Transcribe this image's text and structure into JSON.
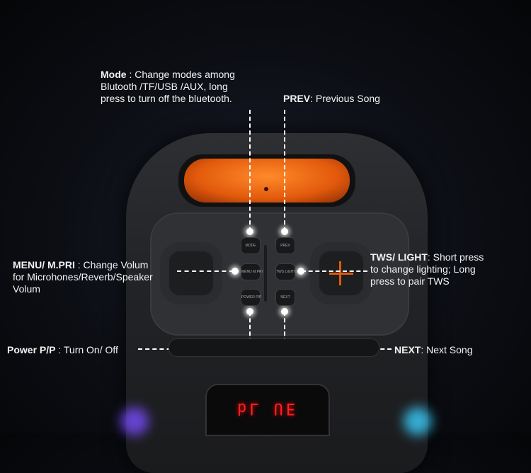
{
  "annotations": {
    "mode": {
      "label": "Mode",
      "text": " : Change modes among",
      "line2": "Blutooth /TF/USB /AUX, long",
      "line3": "press to turn off the bluetooth."
    },
    "prev": {
      "label": "PREV",
      "text": ": Previous Song"
    },
    "menu": {
      "label": "MENU/ M.PRI",
      "text": " : Change Volum",
      "line2": "for Microhones/Reverb/Speaker",
      "line3": "Volum"
    },
    "tws": {
      "label": "TWS/ LIGHT",
      "text": ": Short press",
      "line2": "to change lighting; Long",
      "line3": "press to pair TWS"
    },
    "power": {
      "label": "Power P/P",
      "text": " : Turn On/ Off"
    },
    "next": {
      "label": "NEXT",
      "text": ": Next Song"
    }
  },
  "buttons": {
    "mode": "MODE",
    "prev": "PREV",
    "menu": "MENU M.PRI",
    "tws": "TWS LIGHT",
    "power": "POWER P/P",
    "next": "NEXT"
  },
  "display": "bL UE",
  "colors": {
    "accent": "#e25a0c",
    "display": "#ff2020"
  }
}
